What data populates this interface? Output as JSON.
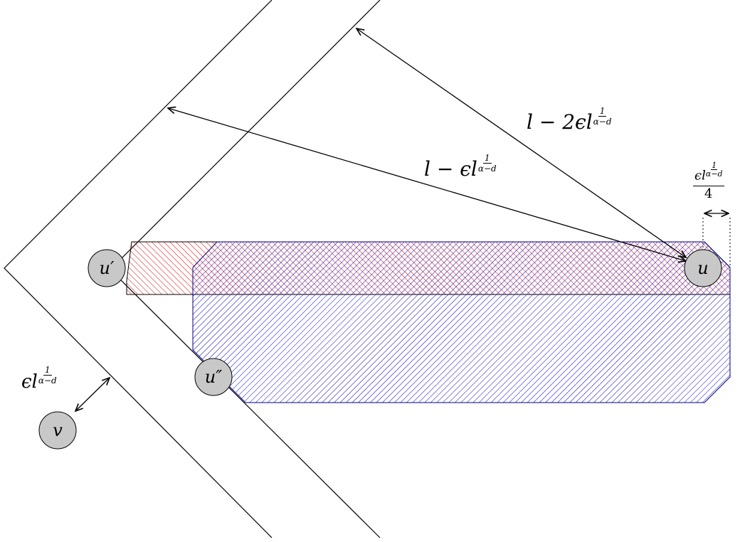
{
  "nodes": {
    "u": "u",
    "u_prime": "u′",
    "u_dprime": "u″",
    "v": "v"
  },
  "labels": {
    "l_minus_2eps": {
      "base": "l − 2ϵl",
      "exp_num": "1",
      "exp_den": "α−d"
    },
    "l_minus_eps": {
      "base": "l − ϵl",
      "exp_num": "1",
      "exp_den": "α−d"
    },
    "eps_left": {
      "base": "ϵl",
      "exp_num": "1",
      "exp_den": "α−d"
    },
    "eps_quarter": {
      "base": "ϵl",
      "exp_num": "1",
      "exp_den": "α−d",
      "divisor": "4"
    }
  },
  "colors": {
    "red_hatch": "#e00000",
    "blue_hatch": "#0000cc",
    "node_fill": "#c8c8c8",
    "line": "#000000"
  }
}
